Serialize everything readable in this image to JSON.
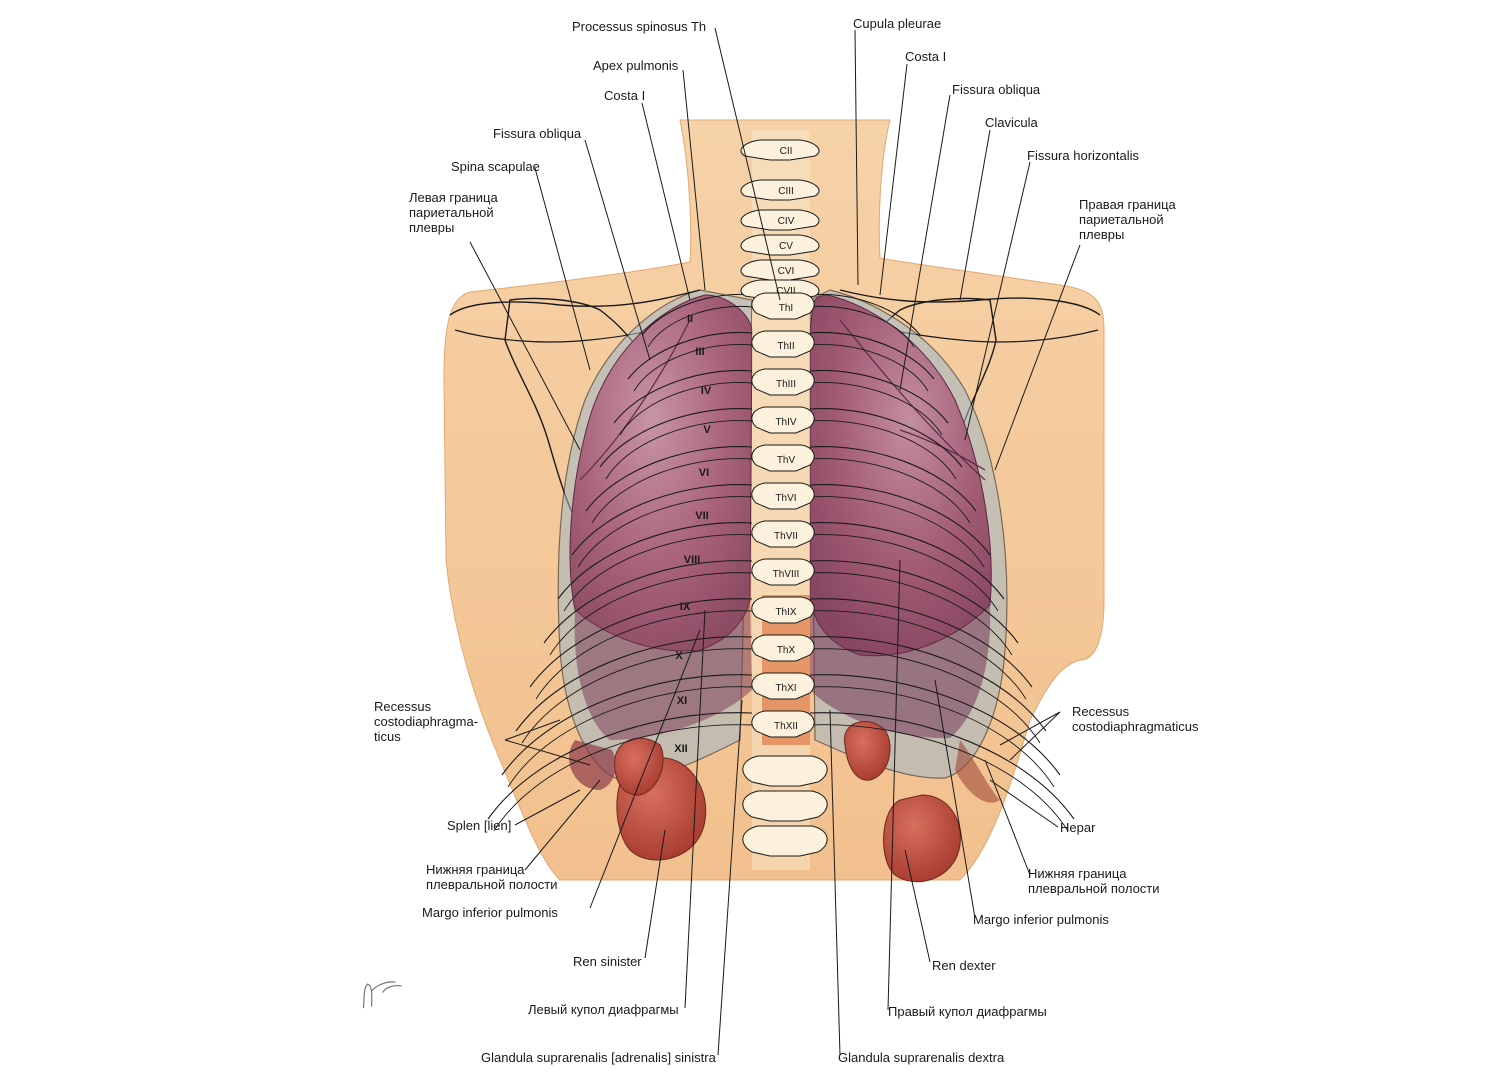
{
  "colors": {
    "skin": "#f4c99a",
    "skin_shadow": "#e3a872",
    "lung": "#a05a73",
    "lung_light": "#c48da1",
    "pleura": "#9fb8c8",
    "kidney": "#b84a3c",
    "line": "#1a1a1a"
  },
  "labels": {
    "processus_spinosus": "Processus spinosus Th",
    "cupula_pleurae": "Cupula pleurae",
    "apex_pulmonis": "Apex pulmonis",
    "costa_i_left": "Costa I",
    "costa_i_right": "Costa I",
    "fissura_obliqua_left": "Fissura obliqua",
    "fissura_obliqua_right": "Fissura obliqua",
    "clavicula": "Clavicula",
    "spina_scapulae": "Spina scapulae",
    "fissura_horizontalis": "Fissura horizontalis",
    "levaya_granica": "Левая граница\nпариетальной\nплевры",
    "pravaya_granica": "Правая граница\nпариетальной\nплевры",
    "recessus_left": "Recessus\ncostodiaphragma-\nticus",
    "recessus_right": "Recessus\ncostodiaphragmaticus",
    "splen": "Splen [lien]",
    "hepar": "Hepar",
    "nizhnyaya_left": "Нижняя граница\nплевральной полости",
    "nizhnyaya_right": "Нижняя граница\nплевральной полости",
    "margo_left": "Margo inferior pulmonis",
    "margo_right": "Margo inferior pulmonis",
    "ren_sinister": "Ren sinister",
    "ren_dexter": "Ren dexter",
    "levyy_kupol": "Левый купол диафрагмы",
    "pravyy_kupol": "Правый купол диафрагмы",
    "glandula_sinistra": "Glandula suprarenalis [adrenalis] sinistra",
    "glandula_dextra": "Glandula suprarenalis dextra"
  },
  "rib_numerals": [
    "II",
    "III",
    "IV",
    "V",
    "VI",
    "VII",
    "VIII",
    "IX",
    "X",
    "XI",
    "XII"
  ],
  "cervical_labels": [
    "CII",
    "CIII",
    "CIV",
    "CV",
    "CVI",
    "CVII"
  ],
  "thoracic_labels": [
    "ThI",
    "ThII",
    "ThIII",
    "ThIV",
    "ThV",
    "ThVI",
    "ThVII",
    "ThVIII",
    "ThIX",
    "ThX",
    "ThXI",
    "ThXII"
  ]
}
